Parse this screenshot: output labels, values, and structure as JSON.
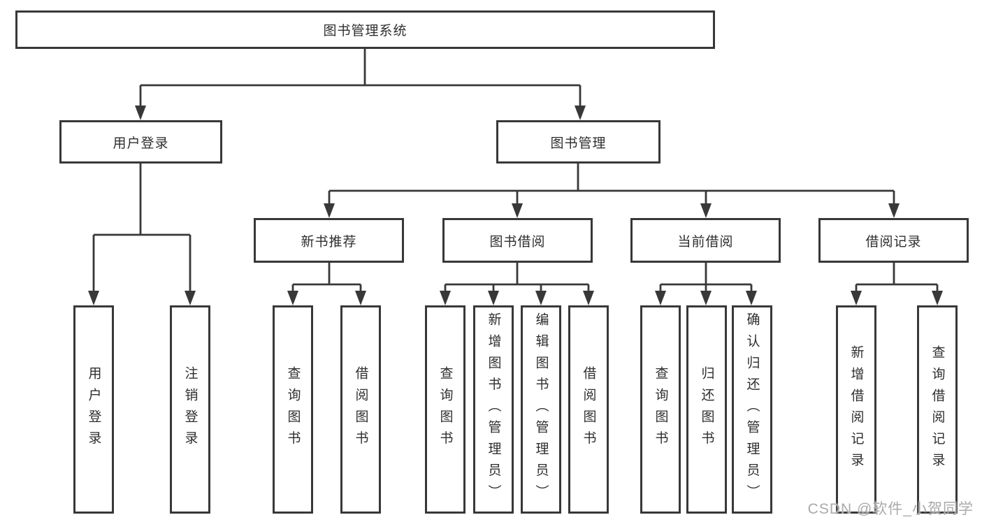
{
  "diagram": {
    "title": "图书管理系统",
    "type": "hierarchy-tree",
    "colors": {
      "line": "#383838",
      "text": "#2e2e2e",
      "background": "#ffffff",
      "watermark": "#aaaaaa"
    },
    "nodes": {
      "root": "图书管理系统",
      "l2": [
        "用户登录",
        "图书管理"
      ],
      "l3": [
        "新书推荐",
        "图书借阅",
        "当前借阅",
        "借阅记录"
      ],
      "l4": [
        "用户登录",
        "注销登录",
        "查询图书",
        "借阅图书",
        "查询图书",
        "新增图书（管理员）",
        "编辑图书（管理员）",
        "借阅图书",
        "查询图书",
        "归还图书",
        "确认归还（管理员）",
        "新增借阅记录",
        "查询借阅记录"
      ]
    },
    "structure": {
      "图书管理系统": [
        "用户登录",
        "图书管理"
      ],
      "用户登录": [
        "用户登录",
        "注销登录"
      ],
      "图书管理": [
        "新书推荐",
        "图书借阅",
        "当前借阅",
        "借阅记录"
      ],
      "新书推荐": [
        "查询图书",
        "借阅图书"
      ],
      "图书借阅": [
        "查询图书",
        "新增图书（管理员）",
        "编辑图书（管理员）",
        "借阅图书"
      ],
      "当前借阅": [
        "查询图书",
        "归还图书",
        "确认归还（管理员）"
      ],
      "借阅记录": [
        "新增借阅记录",
        "查询借阅记录"
      ]
    },
    "watermark": "CSDN @软件_小贺同学"
  }
}
